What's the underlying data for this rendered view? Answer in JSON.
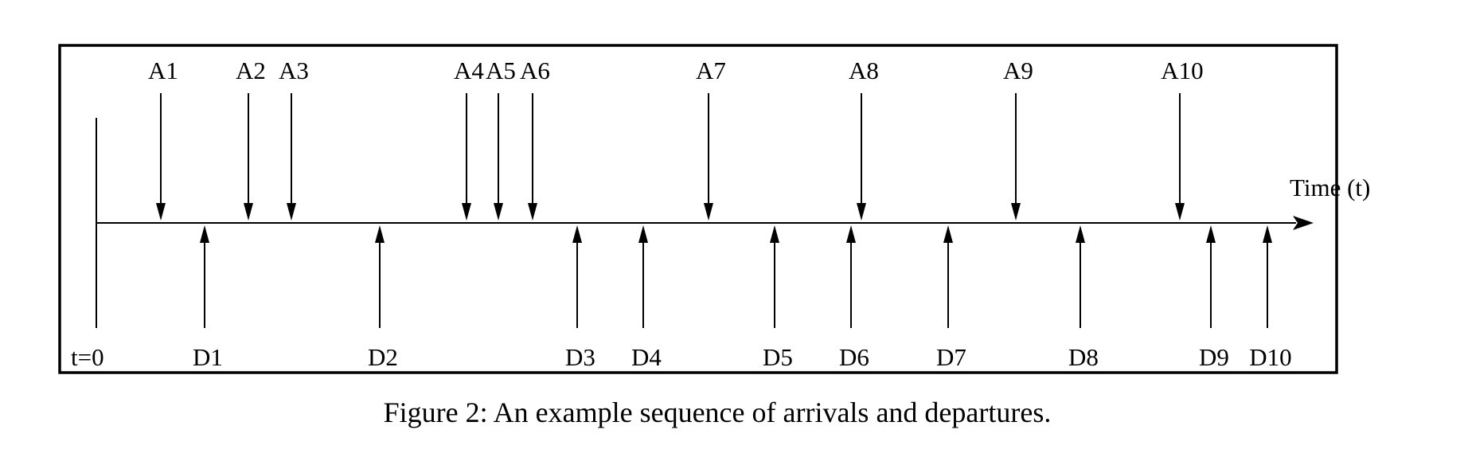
{
  "figure": {
    "caption": "Figure 2: An example sequence of arrivals and departures.",
    "axis_label": "Time (t)",
    "origin_label": "t=0"
  },
  "arrivals": [
    {
      "label": "A1"
    },
    {
      "label": "A2"
    },
    {
      "label": "A3"
    },
    {
      "label": "A4"
    },
    {
      "label": "A5"
    },
    {
      "label": "A6"
    },
    {
      "label": "A7"
    },
    {
      "label": "A8"
    },
    {
      "label": "A9"
    },
    {
      "label": "A10"
    }
  ],
  "departures": [
    {
      "label": "D1"
    },
    {
      "label": "D2"
    },
    {
      "label": "D3"
    },
    {
      "label": "D4"
    },
    {
      "label": "D5"
    },
    {
      "label": "D6"
    },
    {
      "label": "D7"
    },
    {
      "label": "D8"
    },
    {
      "label": "D9"
    },
    {
      "label": "D10"
    }
  ]
}
